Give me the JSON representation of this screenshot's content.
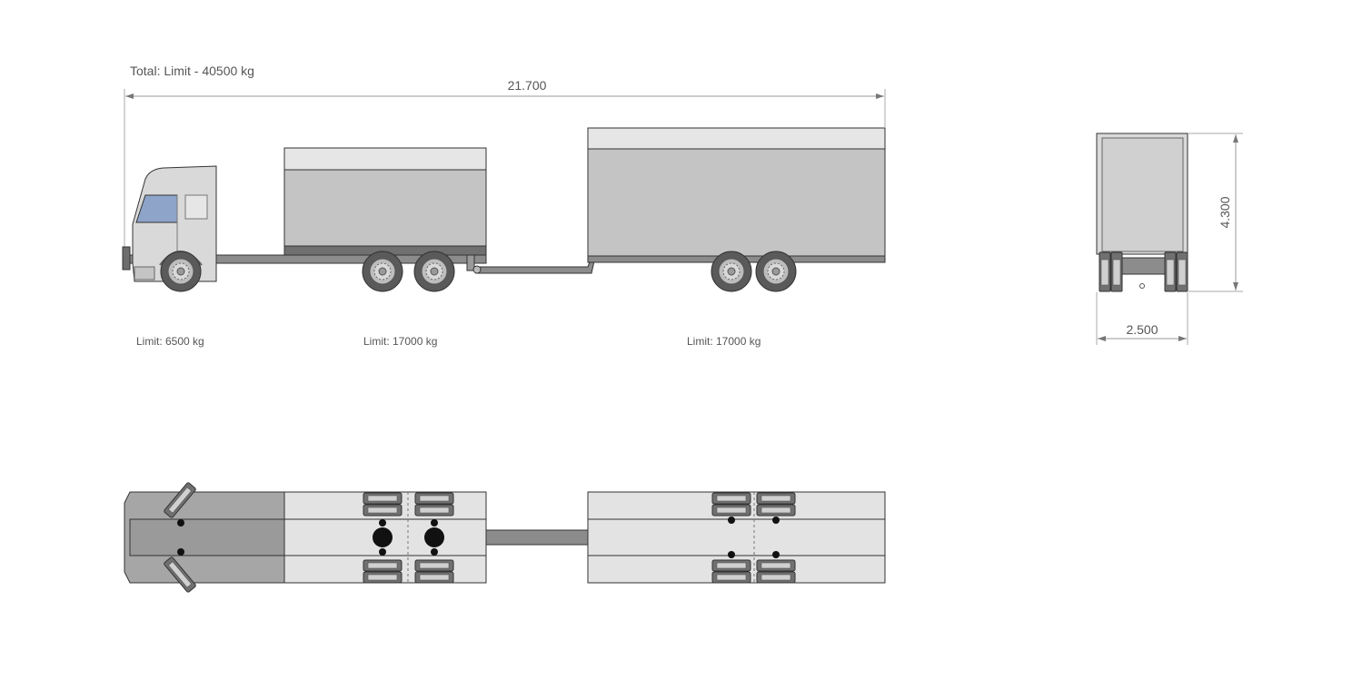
{
  "total_label": "Total: Limit - 40500 kg",
  "length_dimension": "21.700",
  "height_dimension": "4.300",
  "width_dimension": "2.500",
  "axle_limits": [
    {
      "label": "Limit: 6500 kg"
    },
    {
      "label": "Limit: 17000 kg"
    },
    {
      "label": "Limit: 17000 kg"
    }
  ],
  "colors": {
    "outline": "#333333",
    "cab_body": "#d9d9d9",
    "box_top": "#e6e6e6",
    "box_side": "#c4c4c4",
    "chassis": "#8c8c8c",
    "tire": "#5a5a5a",
    "window": "#8ea4c8",
    "plan_cab": "#a6a6a6",
    "plan_box": "#e3e3e3",
    "dimension_line": "#999999"
  },
  "icons": [
    "cab-icon",
    "wheel-icon",
    "axle-icon",
    "tire-icon"
  ]
}
